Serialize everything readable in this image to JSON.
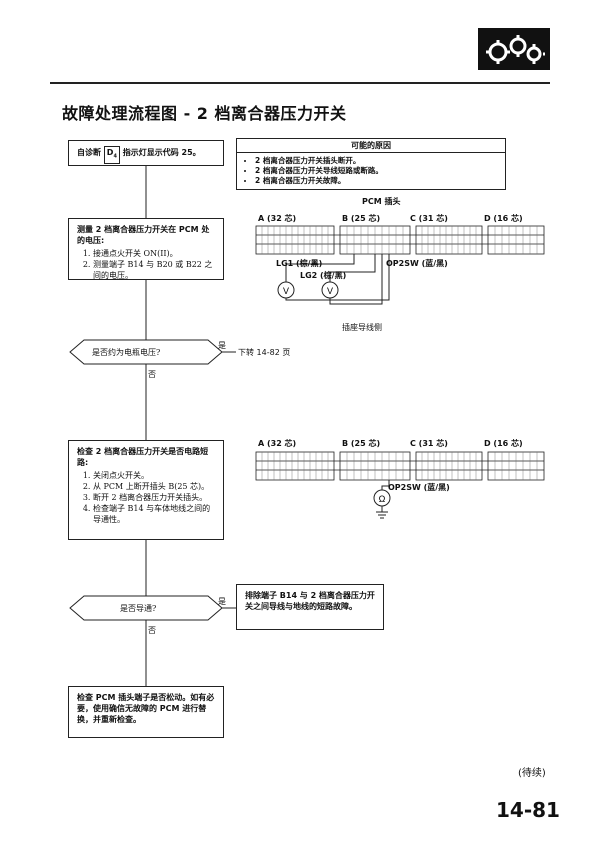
{
  "title": "故障处理流程图 - 2 档离合器压力开关",
  "start_box": {
    "prefix": "自诊断",
    "badge": "D",
    "badge_sub": "4",
    "suffix": "指示灯显示代码 25。"
  },
  "causes": {
    "header": "可能的原因",
    "items": [
      "2 档离合器压力开关插头断开。",
      "2 档离合器压力开关导线短路或断路。",
      "2 档离合器压力开关故障。"
    ]
  },
  "step1": {
    "heading": "测量 2 档离合器压力开关在 PCM 处的电压:",
    "items": [
      "接通点火开关 ON(II)。",
      "测量端子 B14 与 B20 或 B22 之间的电压。"
    ]
  },
  "decision1": {
    "question": "是否约为电瓶电压?",
    "yes": "是",
    "no": "否",
    "goto": "下转 14-82 页"
  },
  "step2": {
    "heading": "检查 2 档离合器压力开关是否电路短路:",
    "items": [
      "关闭点火开关。",
      "从 PCM 上断开插头 B(25 芯)。",
      "断开 2 档离合器压力开关插头。",
      "检查端子 B14 与车体地线之间的导通性。"
    ]
  },
  "decision2": {
    "question": "是否导通?",
    "yes": "是",
    "no": "否"
  },
  "repair_box": "排除端子 B14 与 2 档离合器压力开关之间导线与地线的短路故障。",
  "final_box": "检查 PCM 插头端子是否松动。如有必要，使用确信无故障的 PCM 进行替换，并重新检查。",
  "diagram1": {
    "title": "PCM 插头",
    "connectors": [
      "A (32 芯)",
      "B (25 芯)",
      "C (31 芯)",
      "D (16 芯)"
    ],
    "wire_lg1": "LG1 (棕/黑)",
    "wire_lg2": "LG2 (棕/黑)",
    "wire_op2sw": "OP2SW (蓝/黑)",
    "meter": "V",
    "caption": "插座导线侧"
  },
  "diagram2": {
    "connectors": [
      "A (32 芯)",
      "B (25 芯)",
      "C (31 芯)",
      "D (16 芯)"
    ],
    "wire_op2sw": "OP2SW (蓝/黑)",
    "meter": "Ω"
  },
  "continued": "(待续)",
  "page_number": "14-81"
}
